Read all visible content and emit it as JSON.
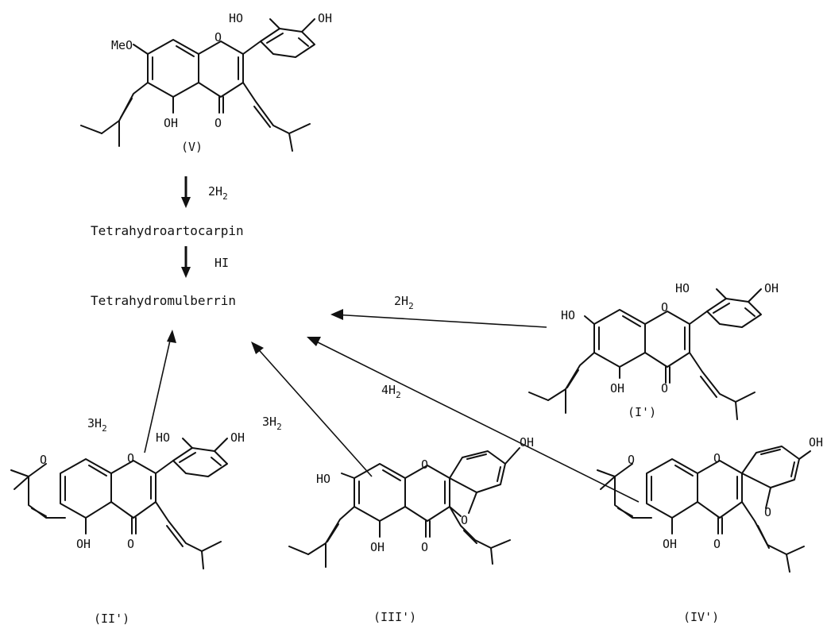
{
  "compounds": {
    "V": {
      "label": "(V)",
      "atoms": [
        "MeO",
        "O",
        "HO",
        "OH",
        "OH",
        "O"
      ]
    },
    "I": {
      "label": "(I')",
      "atoms": [
        "HO",
        "O",
        "HO",
        "OH",
        "OH",
        "O"
      ]
    },
    "II": {
      "label": "(II')",
      "atoms": [
        "O",
        "O",
        "HO",
        "OH",
        "OH",
        "O"
      ]
    },
    "III": {
      "label": "(III')",
      "atoms": [
        "HO",
        "O",
        "OH",
        "O",
        "OH",
        "O"
      ]
    },
    "IV": {
      "label": "(IV')",
      "atoms": [
        "O",
        "O",
        "OH",
        "O",
        "OH",
        "O"
      ]
    }
  },
  "intermediates": {
    "tetrahydroartocarpin": "Tetrahydroartocarpin",
    "tetrahydromulberrin": "Tetrahydromulberrin"
  },
  "reagents": {
    "v_to_thac": "2H",
    "thac_to_thm": "HI",
    "i_to_thm": "2H",
    "ii_to_thm": "3H",
    "iii_to_thm": "3H",
    "iv_to_thm": "4H",
    "subscript": "2"
  }
}
